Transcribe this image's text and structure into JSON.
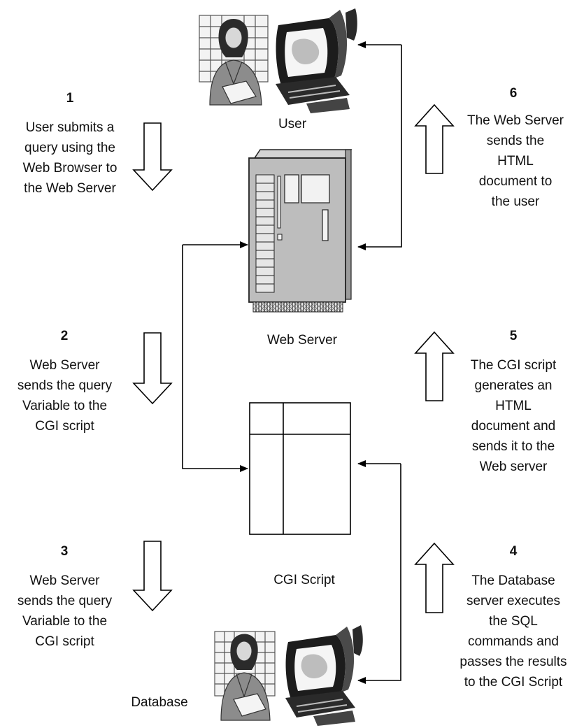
{
  "nodes": {
    "user": "User",
    "web_server": "Web Server",
    "cgi_script": "CGI Script",
    "database": "Database"
  },
  "steps": [
    {
      "number": "1",
      "lines": [
        "User submits a",
        "query using the",
        "Web Browser to",
        "the Web Server"
      ]
    },
    {
      "number": "2",
      "lines": [
        "Web Server",
        "sends the query",
        "Variable to the",
        "CGI script"
      ]
    },
    {
      "number": "3",
      "lines": [
        "Web Server",
        "sends the query",
        "Variable to the",
        "CGI script"
      ]
    },
    {
      "number": "4",
      "lines": [
        "The Database",
        "server executes",
        "the SQL",
        " commands and",
        "passes the results",
        "to the CGI Script"
      ]
    },
    {
      "number": "5",
      "lines": [
        "The CGI script",
        "generates  an",
        "HTML",
        "document and",
        "sends it to the",
        "Web server"
      ]
    },
    {
      "number": "6",
      "lines": [
        "The Web Server",
        "sends the",
        "HTML",
        "document to",
        "the user"
      ]
    }
  ],
  "icons": {
    "user_clipart": "person-with-computer-icon",
    "server_clipart": "web-server-tower-icon",
    "cgi_clipart": "cgi-script-table-icon",
    "database_clipart": "person-with-computer-icon"
  }
}
